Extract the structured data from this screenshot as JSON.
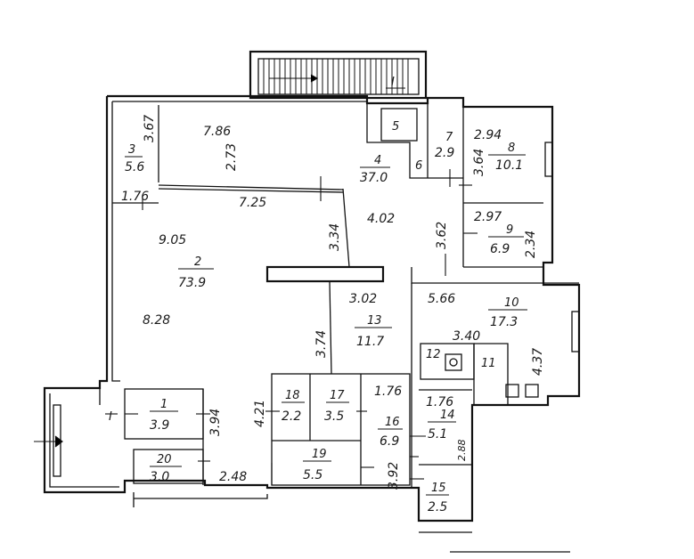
{
  "floor_plan": {
    "stair_label": "I",
    "annex_label": "I",
    "rooms": [
      {
        "number": "1",
        "area": "3.9"
      },
      {
        "number": "2",
        "area": "73.9"
      },
      {
        "number": "3",
        "area": "5.6"
      },
      {
        "number": "4",
        "area": "37.0"
      },
      {
        "number": "5",
        "area": ""
      },
      {
        "number": "6",
        "area": ""
      },
      {
        "number": "7",
        "area": "2.9"
      },
      {
        "number": "8",
        "area": "10.1"
      },
      {
        "number": "9",
        "area": "6.9"
      },
      {
        "number": "10",
        "area": "17.3"
      },
      {
        "number": "11",
        "area": ""
      },
      {
        "number": "12",
        "area": ""
      },
      {
        "number": "13",
        "area": "11.7"
      },
      {
        "number": "14",
        "area": "5.1"
      },
      {
        "number": "15",
        "area": "2.5"
      },
      {
        "number": "16",
        "area": "6.9"
      },
      {
        "number": "17",
        "area": "3.5"
      },
      {
        "number": "18",
        "area": "2.2"
      },
      {
        "number": "19",
        "area": "5.5"
      },
      {
        "number": "20",
        "area": "3.0"
      }
    ],
    "dimensions": [
      "7.86",
      "2.73",
      "3.67",
      "1.76",
      "7.25",
      "9.05",
      "3.34",
      "4.02",
      "3.62",
      "2.94",
      "3.64",
      "2.97",
      "2.34",
      "8.28",
      "3.02",
      "3.74",
      "5.66",
      "3.40",
      "4.37",
      "4.21",
      "1.76",
      "3.94",
      "1.76",
      "2.88",
      "3.92",
      "2.48"
    ]
  }
}
